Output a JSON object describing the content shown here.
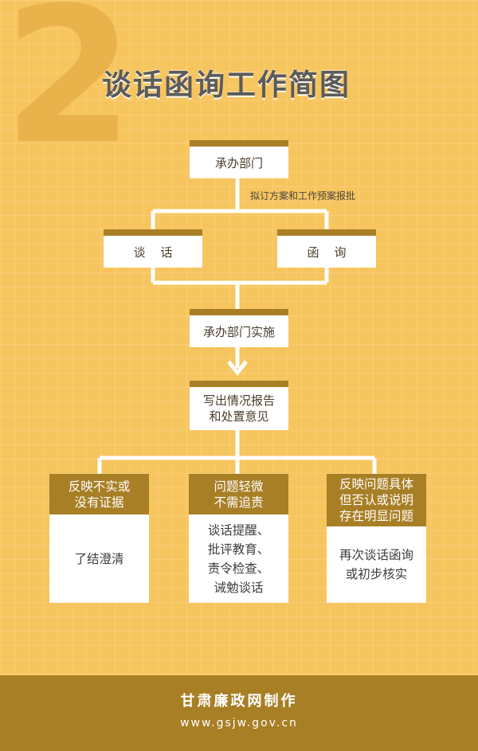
{
  "header": {
    "number": "2",
    "title": "谈话函询工作简图"
  },
  "flow": {
    "step1": "承办部门",
    "note": "拟订方案和工作预案报批",
    "branch_left": "谈    话",
    "branch_right": "函    询",
    "step2": "承办部门实施",
    "step3": "写出情况报告\n和处置意见"
  },
  "outcomes": [
    {
      "condition": "反映不实或\n没有证据",
      "result": "了结澄清"
    },
    {
      "condition": "问题轻微\n不需追责",
      "result": "谈话提醒、\n批评教育、\n责令检查、\n诫勉谈话"
    },
    {
      "condition": "反映问题具体\n但否认或说明\n存在明显问题",
      "result": "再次谈话函询\n或初步核实"
    }
  ],
  "footer": {
    "org": "甘肃廉政网制作",
    "url": "www.gsjw.gov.cn"
  },
  "colors": {
    "background": "#f7c55e",
    "accent_brown": "#a87f25",
    "box_fill": "#ffffff",
    "connector": "#ffffff"
  }
}
